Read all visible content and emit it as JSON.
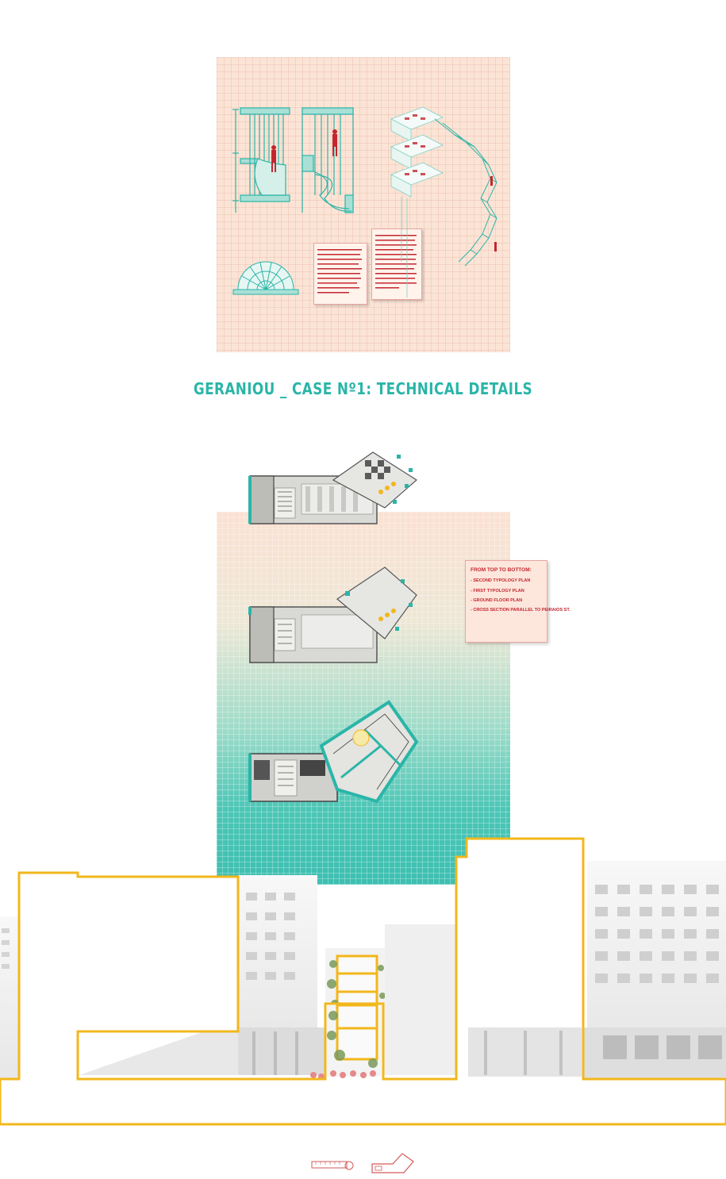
{
  "title": "GERANIOU _ CASE Nº1: TECHNICAL DETAILS",
  "legend": {
    "heading": "FROM TOP TO BOTTOM:",
    "items": [
      "- SECOND TYPOLOGY PLAN",
      "- FIRST TYPOLOGY PLAN",
      "- GROUND FLOOR PLAN",
      "- CROSS SECTION PARALLEL TO PEIRAIOS ST."
    ]
  },
  "colors": {
    "accent_teal": "#2ab5a8",
    "accent_red": "#c3262f",
    "accent_yellow": "#f2b71c",
    "panel_peach": "#fbe4d6"
  },
  "icons": [
    "tape-measure-icon",
    "site-outline-icon"
  ]
}
